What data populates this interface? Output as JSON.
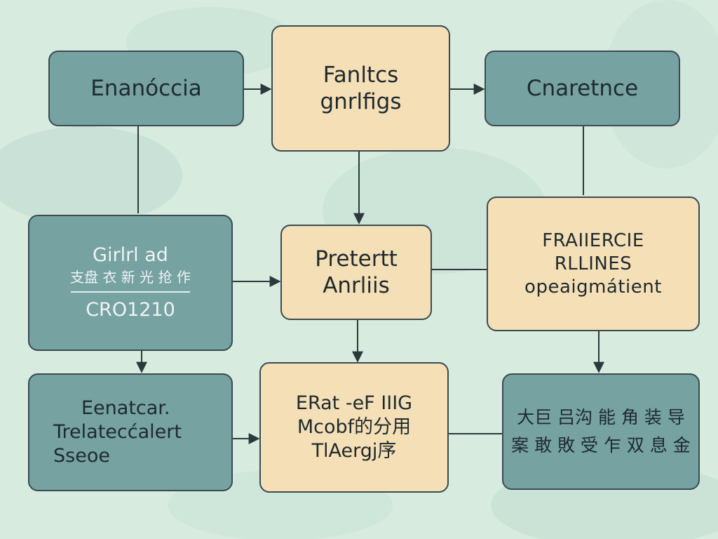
{
  "nodes": {
    "n1": {
      "lines": [
        "Enanóccia"
      ]
    },
    "n2": {
      "lines": [
        "Fanltcs",
        "gnrlfigs"
      ]
    },
    "n3": {
      "lines": [
        "Cnaretnce"
      ]
    },
    "n4": {
      "lines": [
        "Girlrl ad",
        "支盘 衣 新 光 抢 作"
      ],
      "code": "CRO1210"
    },
    "n5": {
      "lines": [
        "Pretertt",
        "Anrliis"
      ]
    },
    "n6": {
      "lines": [
        "FRAIIERCIE",
        "RLLINES",
        "opeaigmátient"
      ]
    },
    "n7": {
      "lines": [
        "Eenatcar.",
        "Trelatecćalert",
        "Sseoe"
      ]
    },
    "n8": {
      "lines": [
        "ERat -eF IIIG",
        "Mcobf的分用",
        "TlAergj序"
      ]
    },
    "n9": {
      "lines": [
        "大巨 吕沟 能 角 装 导",
        "案 敢 敗 受 乍 双 息 金"
      ]
    }
  },
  "colors": {
    "teal_node": "#76a2a2",
    "sand_node": "#f4dfb6",
    "stroke": "#3c4a50",
    "background": "#d7ebdf"
  }
}
